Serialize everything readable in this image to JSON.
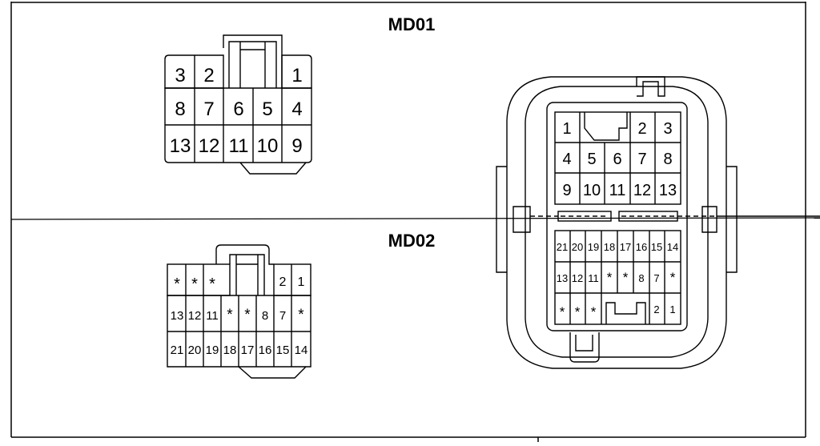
{
  "labels": {
    "connector_1": "MD01",
    "connector_2": "MD02"
  },
  "md01": {
    "top_left": [
      "3",
      "2"
    ],
    "top_right": [
      "1"
    ],
    "row2": [
      "8",
      "7",
      "6",
      "5",
      "4"
    ],
    "row3": [
      "13",
      "12",
      "11",
      "10",
      "9"
    ]
  },
  "md02": {
    "row1_left": [
      "*",
      "*",
      "*"
    ],
    "row1_right": [
      "2",
      "1"
    ],
    "row2": [
      "13",
      "12",
      "11",
      "*",
      "*",
      "8",
      "7",
      "*"
    ],
    "row3": [
      "21",
      "20",
      "19",
      "18",
      "17",
      "16",
      "15",
      "14"
    ]
  },
  "large": {
    "upper_row1_left": [
      "1"
    ],
    "upper_row1_right": [
      "2",
      "3"
    ],
    "upper_row2": [
      "4",
      "5",
      "6",
      "7",
      "8"
    ],
    "upper_row3": [
      "9",
      "10",
      "11",
      "12",
      "13"
    ],
    "lower_row1": [
      "21",
      "20",
      "19",
      "18",
      "17",
      "16",
      "15",
      "14"
    ],
    "lower_row2": [
      "13",
      "12",
      "11",
      "*",
      "*",
      "8",
      "7",
      "*"
    ],
    "lower_row3_left": [
      "*",
      "*",
      "*"
    ],
    "lower_row3_right": [
      "2",
      "1"
    ]
  }
}
